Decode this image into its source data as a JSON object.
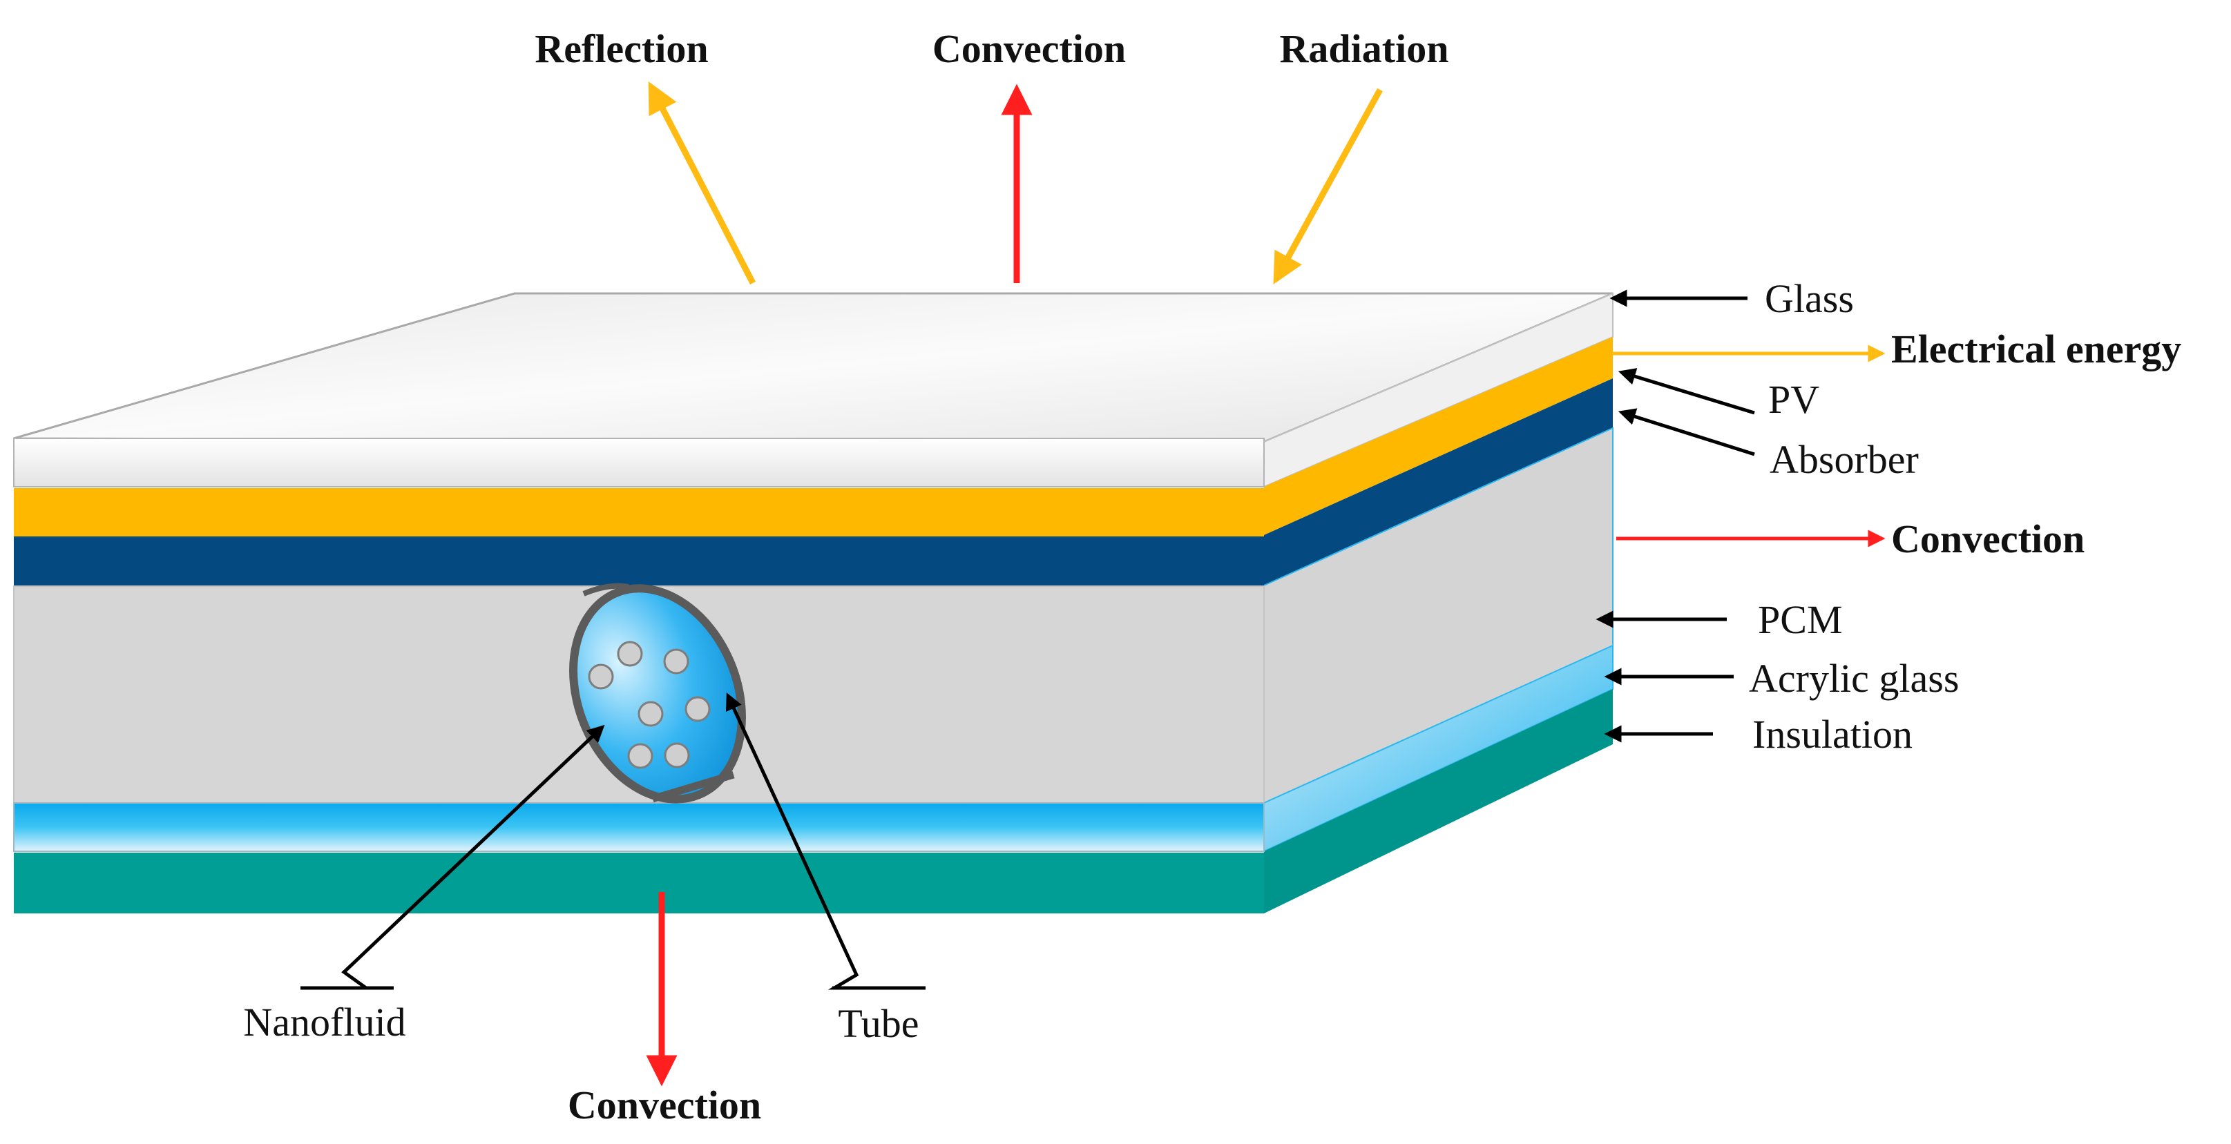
{
  "labels": {
    "reflection": "Reflection",
    "convection_top": "Convection",
    "radiation": "Radiation",
    "glass": "Glass",
    "electrical_energy": "Electrical energy",
    "pv": "PV",
    "absorber": "Absorber",
    "convection_side": "Convection",
    "pcm": "PCM",
    "acrylic_glass": "Acrylic glass",
    "insulation": "Insulation",
    "nanofluid": "Nanofluid",
    "tube": "Tube",
    "convection_bottom": "Convection"
  },
  "colors": {
    "glass": "#f2f2f2",
    "pv": "#ffb800",
    "absorber": "#044a80",
    "pcm": "#d6d6d6",
    "acrylic": "#2fb8ef",
    "insulation": "#009e95",
    "solar_arrow": "#ffbb12",
    "heat_arrow": "#ff1f1f",
    "pointer_arrow": "#000000",
    "nanofluid": "#1fa6ee"
  }
}
